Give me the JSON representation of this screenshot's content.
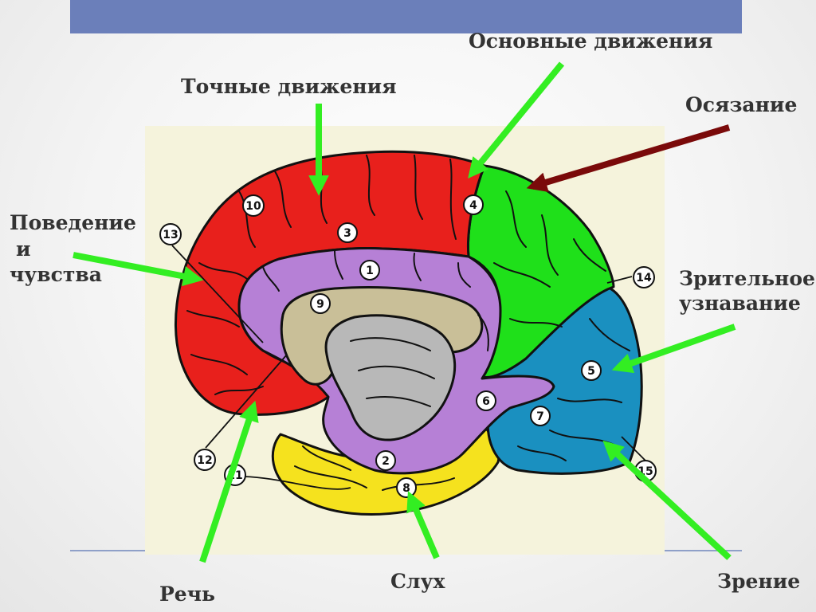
{
  "labels": {
    "basic_movements": "Основные движения",
    "fine_movements": "Точные движения",
    "touch": "Осязание",
    "behavior_line1": "Поведение",
    "behavior_line2": "и",
    "behavior_line3": "чувства",
    "visual_recognition_line1": "Зрительное",
    "visual_recognition_line2": "узнавание",
    "speech": "Речь",
    "hearing": "Слух",
    "vision": "Зрение"
  },
  "region_numbers": [
    "1",
    "2",
    "3",
    "4",
    "5",
    "6",
    "7",
    "8",
    "9",
    "10",
    "11",
    "12",
    "13",
    "14",
    "15"
  ],
  "colors": {
    "frontal": "#e8201c",
    "parietal": "#1fe01a",
    "occipital": "#1a90c0",
    "temporal": "#f5e21e",
    "limbic": "#b680d6",
    "callosum": "#c9bf98",
    "thalamus": "#b8b8b8",
    "arrow_green": "#33ee22",
    "arrow_dark": "#7a0a0a",
    "top_bar": "#6b7fba"
  }
}
